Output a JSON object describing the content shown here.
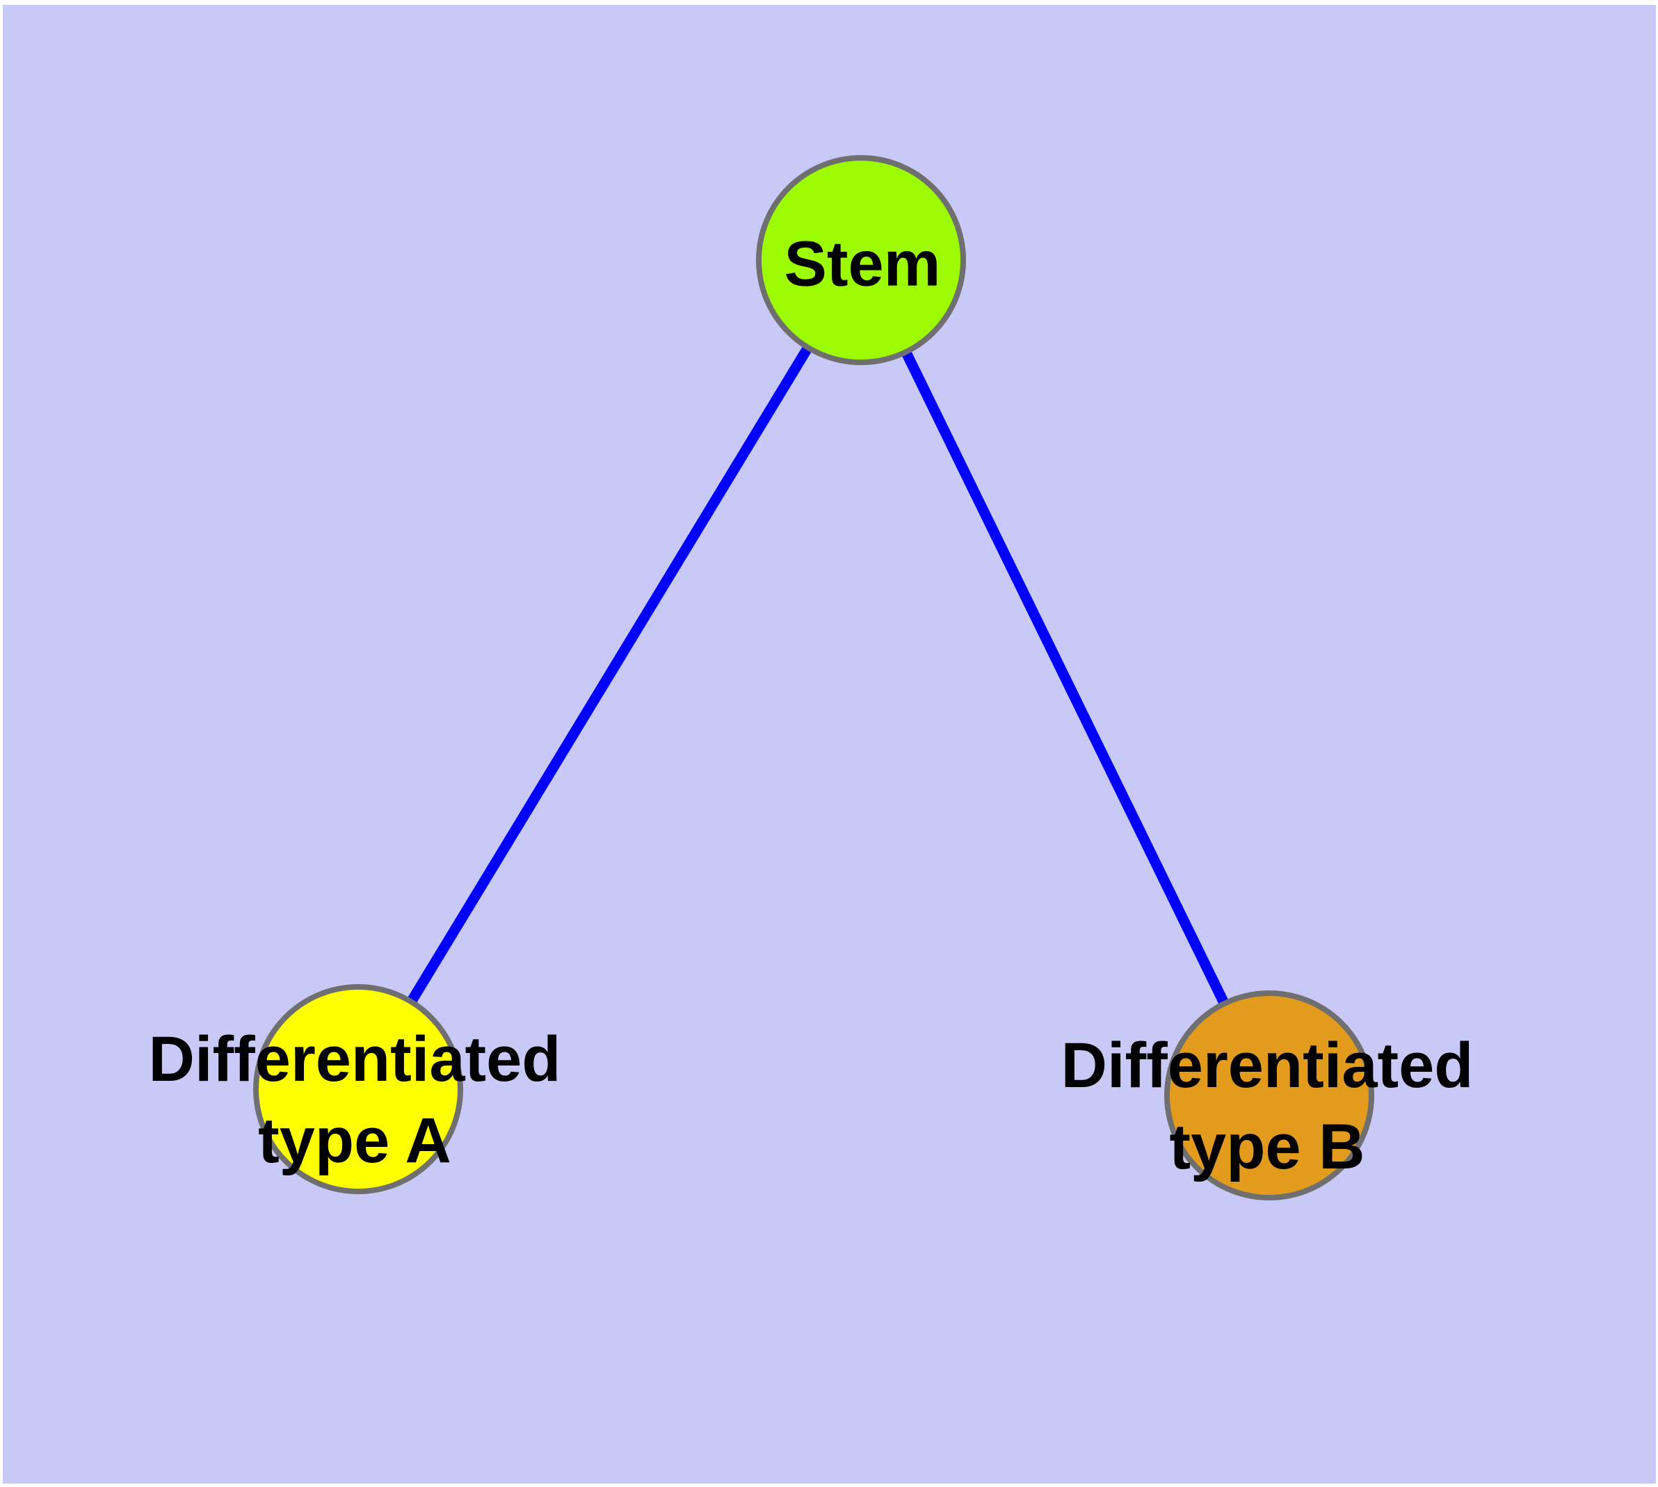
{
  "diagram": {
    "type": "graph",
    "background_color": "#c9c9f8",
    "margin_color": "#ffffff",
    "edge_color": "#0000ff",
    "node_border_color": "#6f6f6f",
    "label_color": "#000000",
    "nodes": [
      {
        "id": "stem",
        "label": "Stem",
        "label_lines": [
          "Stem"
        ],
        "color": "#9cfb00"
      },
      {
        "id": "differentiated-type-a",
        "label": "Differentiated type A",
        "label_lines": [
          "Differentiated",
          "type A"
        ],
        "color": "#ffff00"
      },
      {
        "id": "differentiated-type-b",
        "label": "Differentiated type B",
        "label_lines": [
          "Differentiated",
          "type B"
        ],
        "color": "#e39b1e"
      }
    ],
    "edges": [
      {
        "from": "Stem",
        "to": "Differentiated type A"
      },
      {
        "from": "Stem",
        "to": "Differentiated type B"
      }
    ]
  }
}
